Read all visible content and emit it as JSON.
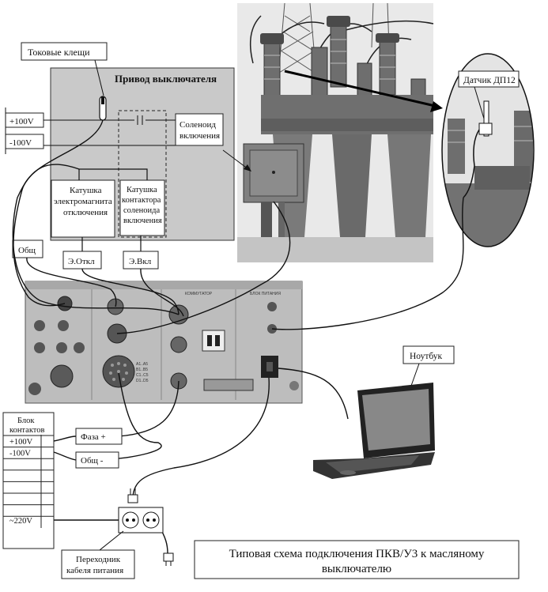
{
  "clamp_label": "Токовые клещи",
  "drive_title": "Привод выключателя",
  "plus100_left": "+100V",
  "minus100_left": "-100V",
  "solenoid": [
    "Соленоид",
    "включения"
  ],
  "trip_coil": [
    "Катушка",
    "электромагнита",
    "отключения"
  ],
  "contactor_coil": [
    "Катушка",
    "контактора",
    "соленоида",
    "включения"
  ],
  "common_label": "Общ",
  "e_off_label": "Э.Откл",
  "e_on_label": "Э.Вкл",
  "sensor_label": "Датчик ДП12",
  "laptop_label": "Ноутбук",
  "contacts_block_title": [
    "Блок",
    "контактов"
  ],
  "contacts_rows": [
    "+100V",
    "-100V",
    "",
    "",
    "",
    "",
    "",
    "~220V"
  ],
  "phase_plus_label": "Фаза +",
  "common_minus_label": "Общ -",
  "adapter_label": [
    "Переходник",
    "кабеля питания"
  ],
  "caption": [
    "Типовая схема подключения ПКВ/У3 к масляному",
    "выключателю"
  ],
  "panel_labels": {
    "commutator": "КОММУТАТОР",
    "power_block": "БЛОК ПИТАНИЯ",
    "connector_set": [
      "A1..A5",
      "B1..B5",
      "C1..C5",
      "D1..D5"
    ]
  },
  "colors": {
    "drive_box": "#c9c9c9",
    "panel": "#bdbdbd",
    "wire": "#111111",
    "photo_bg": "#e9e9e9",
    "tank": "#7a7a7a"
  }
}
